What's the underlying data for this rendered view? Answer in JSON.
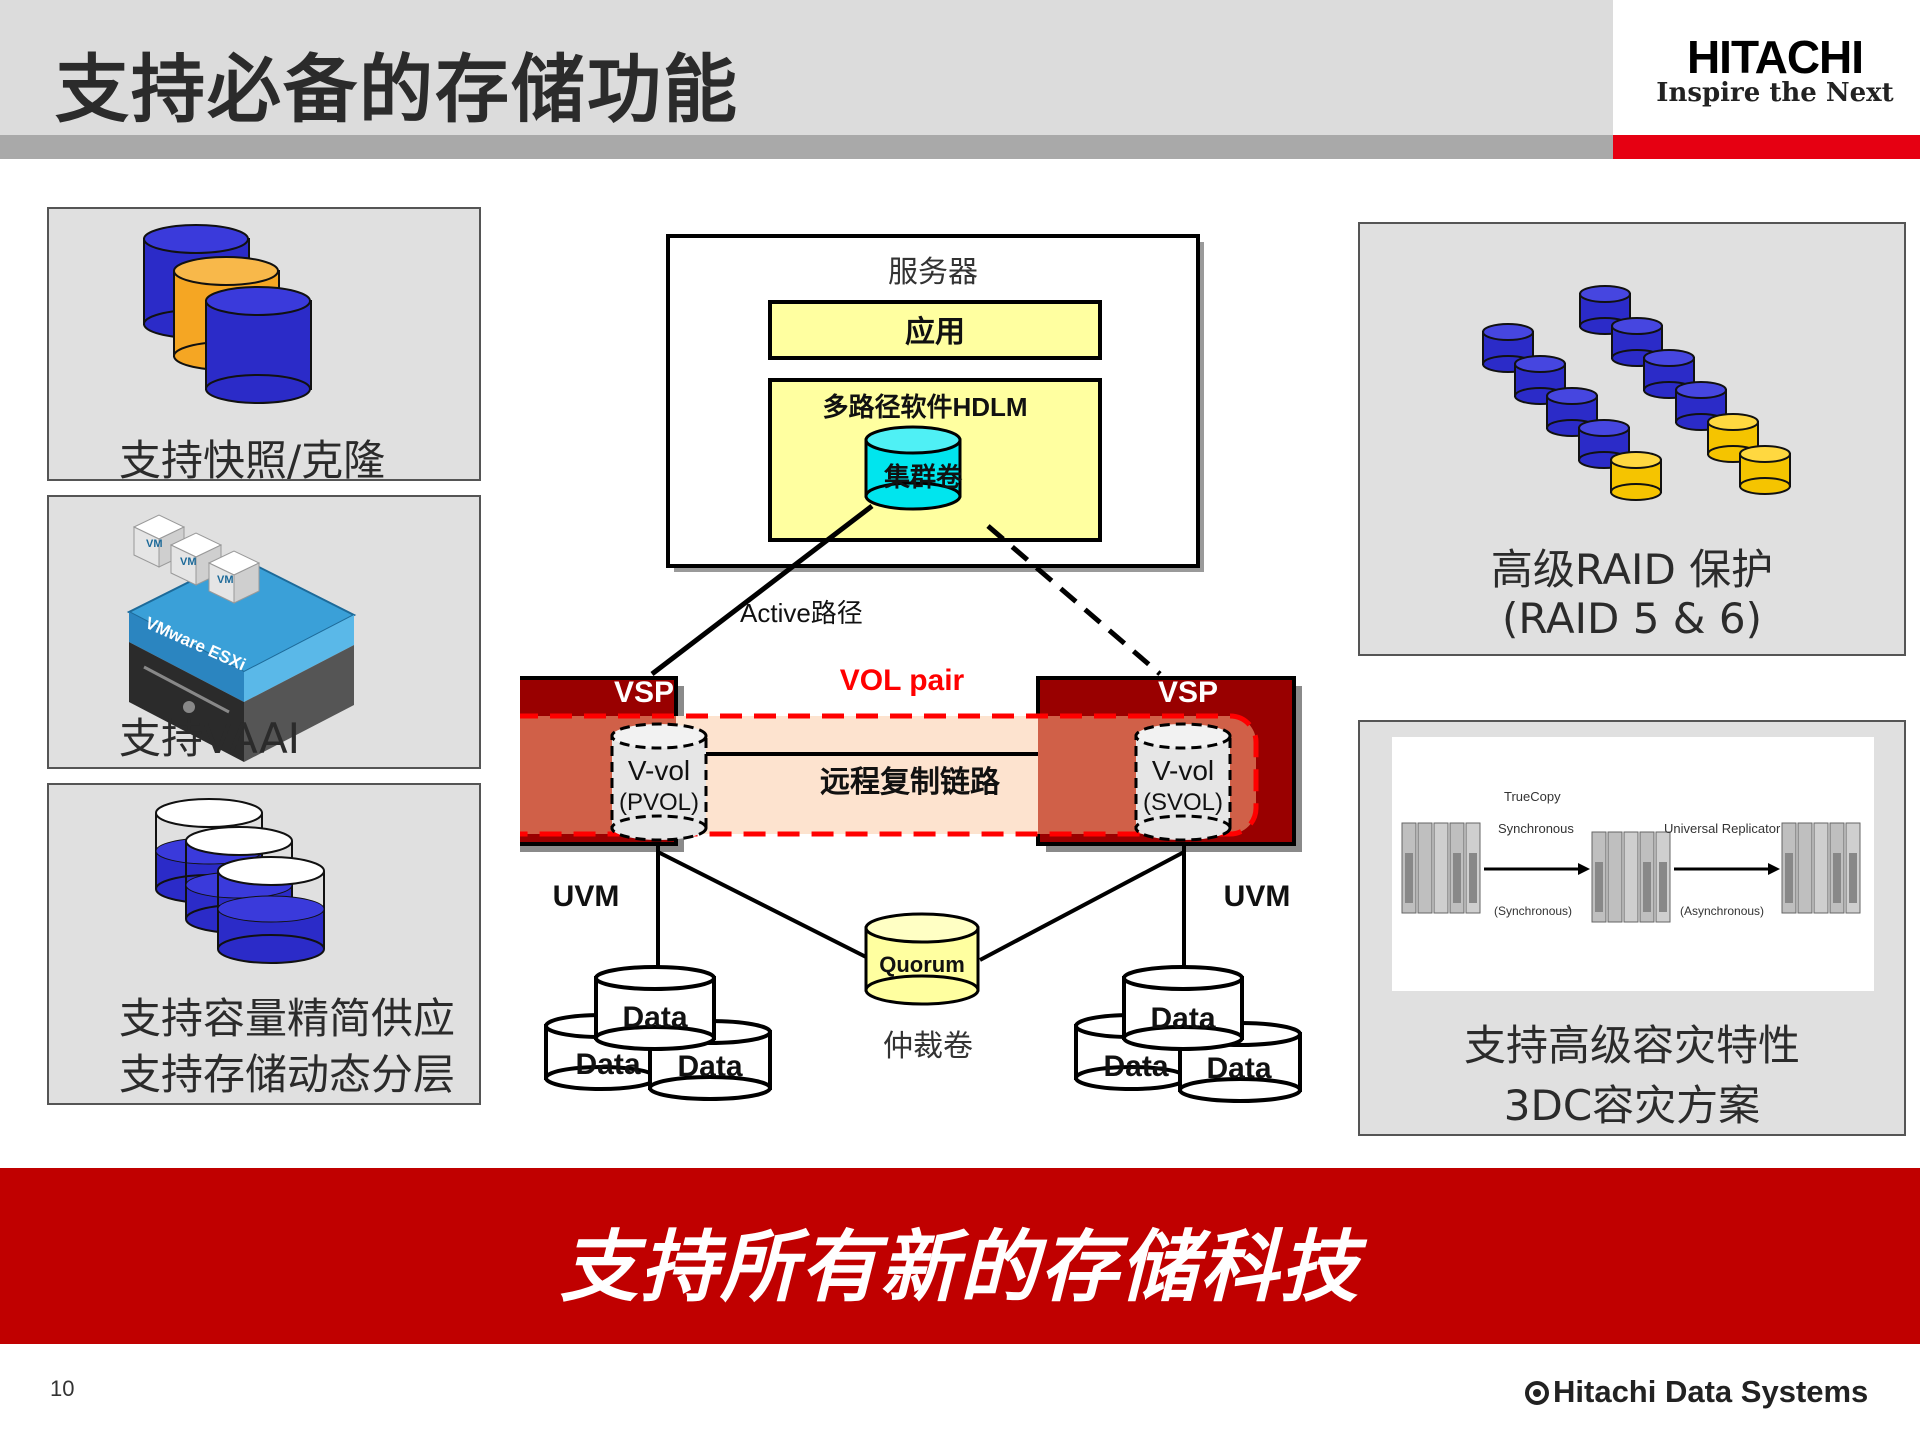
{
  "header": {
    "title": "支持必备的存储功能"
  },
  "logo": {
    "name": "HITACHI",
    "tagline": "Inspire the Next"
  },
  "left_panels": [
    {
      "label": "支持快照/克隆"
    },
    {
      "label": "支持VAAI",
      "image_text": {
        "vm": "VM",
        "esxi": "VMware ESXi"
      }
    },
    {
      "label_line1": "支持容量精简供应",
      "label_line2": "支持存储动态分层"
    }
  ],
  "right_panels": [
    {
      "label_line1": "高级RAID 保护",
      "label_line2": "(RAID 5 & 6)"
    },
    {
      "label_line1": "支持高级容灾特性",
      "label_line2": "3DC容灾方案",
      "inset": {
        "truecopy": "TrueCopy",
        "truecopy_mode": "Synchronous",
        "truecopy_paren": "(Synchronous)",
        "ur": "Universal Replicator",
        "ur_paren": "(Asynchronous)"
      }
    }
  ],
  "diagram": {
    "server_label": "服务器",
    "app_label": "应用",
    "hdlm_label": "多路径软件HDLM",
    "cluster_volume": "集群卷",
    "active_path": "Active路径",
    "vol_pair": "VOL pair",
    "vsp_left": "VSP",
    "vsp_right": "VSP",
    "pvol_line1": "V-vol",
    "pvol_line2": "(PVOL)",
    "svol_line1": "V-vol",
    "svol_line2": "(SVOL)",
    "remote_link": "远程复制链路",
    "uvm_left": "UVM",
    "uvm_right": "UVM",
    "quorum": "Quorum",
    "arbitration": "仲裁卷",
    "data": "Data"
  },
  "banner": {
    "text": "支持所有新的存储科技"
  },
  "footer": {
    "page": "10",
    "company": "Hitachi Data Systems"
  },
  "colors": {
    "header_gray": "#dcdcdc",
    "accent_red": "#e60012",
    "banner_red": "#c00000",
    "vsp_dark_red": "#990000",
    "cylinder_blue": "#2b2bc8",
    "cylinder_orange": "#f5a623",
    "cylinder_yellow": "#f5c400",
    "cluster_cyan": "#00e5ee",
    "box_yellow": "#ffffa0"
  }
}
